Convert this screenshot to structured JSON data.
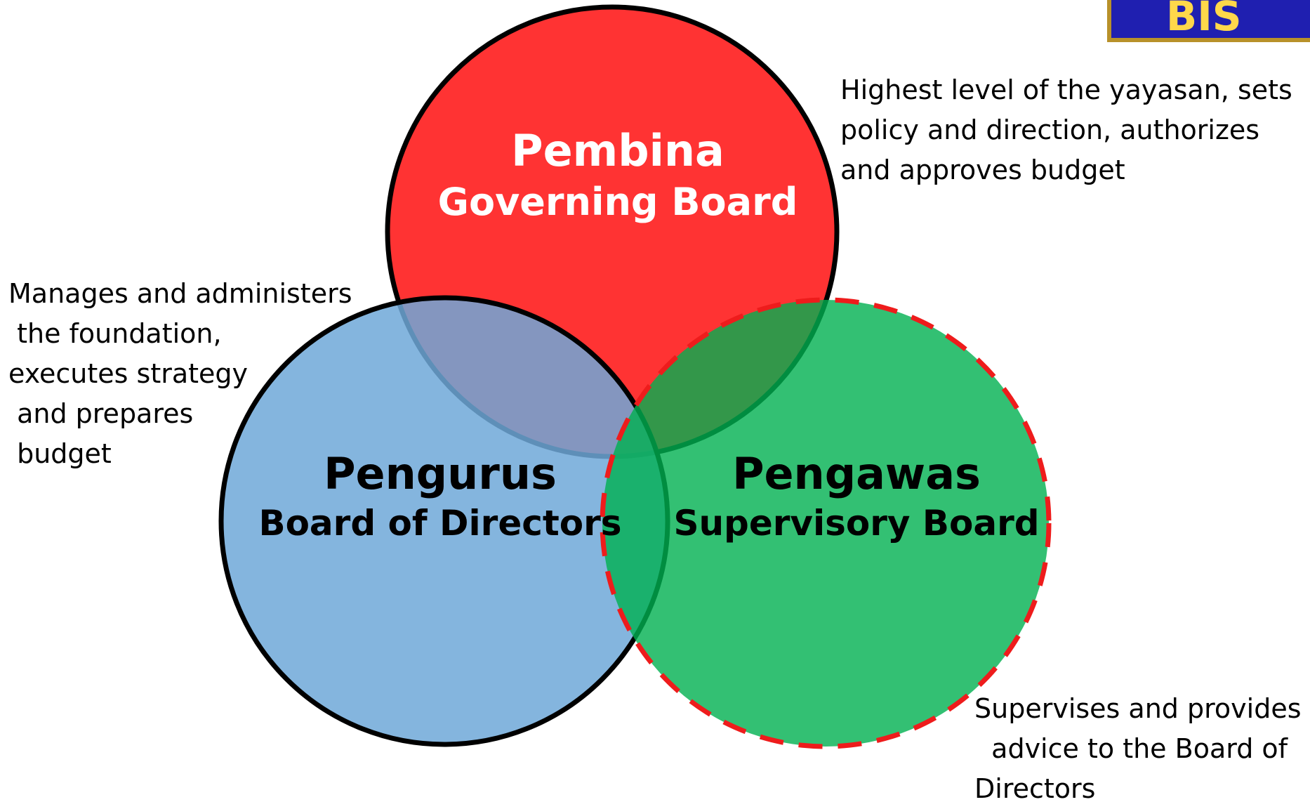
{
  "logo": {
    "text": "BIS"
  },
  "circles": {
    "pembina": {
      "name": "Pembina",
      "subtitle": "Governing Board",
      "color": "#ff3333"
    },
    "pengurus": {
      "name": "Pengurus",
      "subtitle": "Board of Directors",
      "color": "#7fb3dd"
    },
    "pengawas": {
      "name": "Pengawas",
      "subtitle": "Supervisory Board",
      "color": "#2ebd6f"
    }
  },
  "notes": {
    "pembina": "Highest level of the yayasan, sets\npolicy and direction, authorizes\nand approves budget",
    "pengurus": "Manages and administers\n the foundation,\nexecutes strategy\n and prepares\n budget",
    "pengawas": "Supervises and provides\n  advice to the Board of\nDirectors"
  }
}
